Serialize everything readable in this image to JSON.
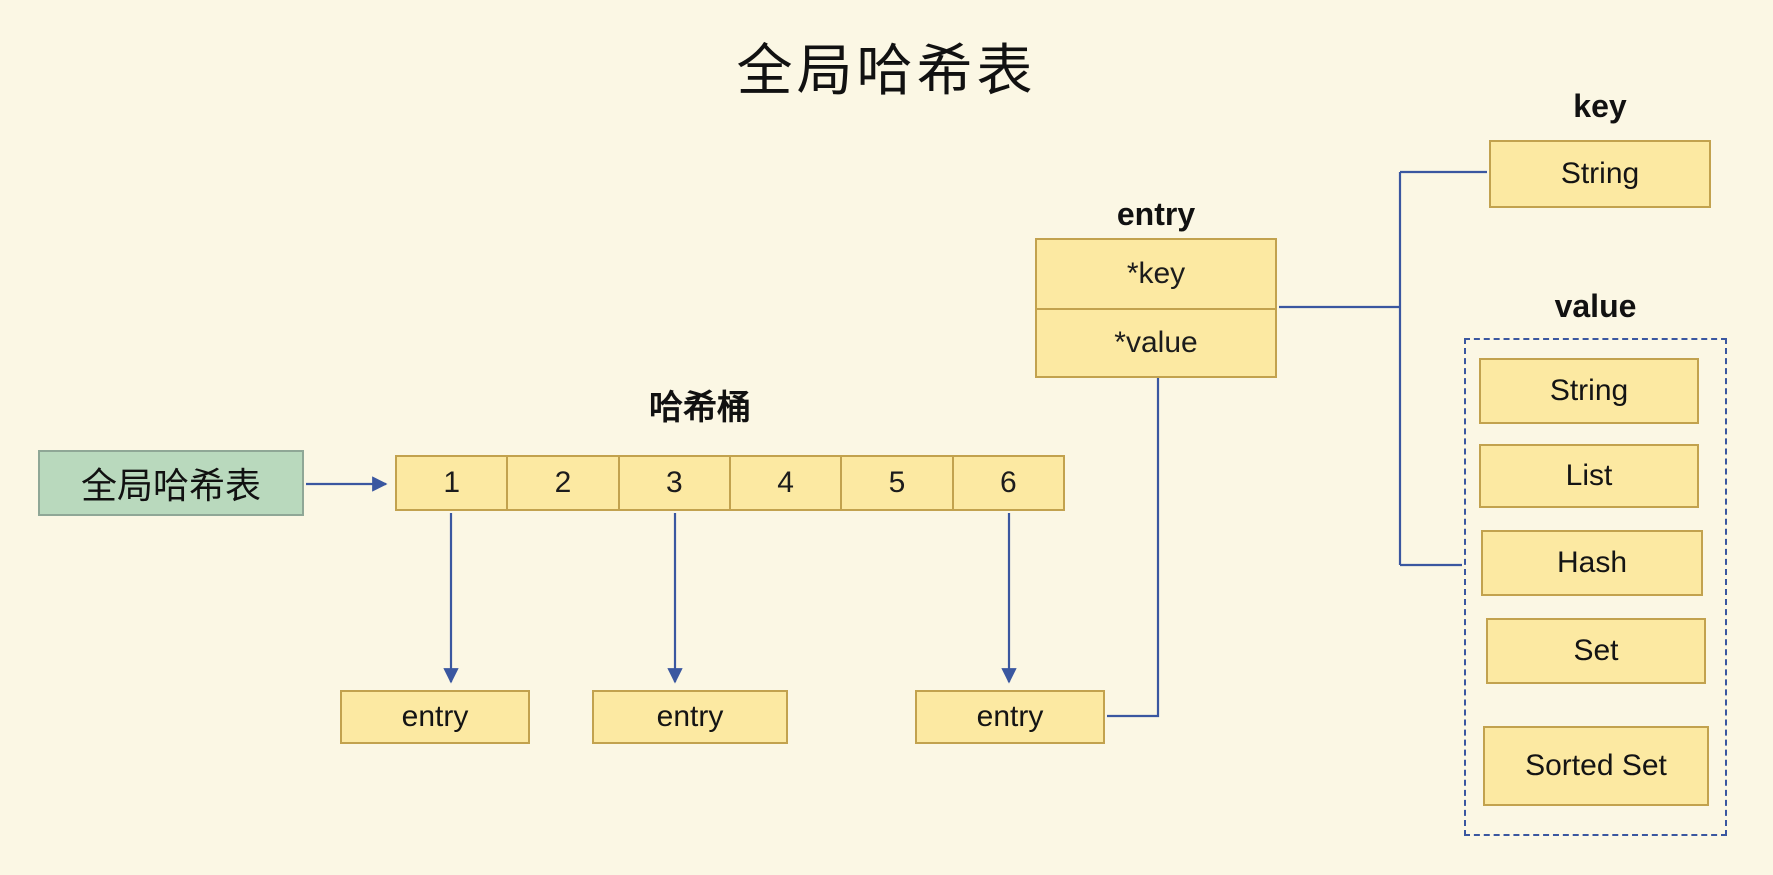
{
  "title": "全局哈希表",
  "global_table": {
    "label": "全局哈希表"
  },
  "bucket": {
    "label": "哈希桶",
    "cells": [
      "1",
      "2",
      "3",
      "4",
      "5",
      "6"
    ]
  },
  "entries": {
    "items": [
      "entry",
      "entry",
      "entry"
    ]
  },
  "entry_struct": {
    "label": "entry",
    "fields": [
      "*key",
      "*value"
    ]
  },
  "key_section": {
    "label": "key",
    "type": "String"
  },
  "value_section": {
    "label": "value",
    "types": [
      "String",
      "List",
      "Hash",
      "Set",
      "Sorted Set"
    ]
  },
  "colors": {
    "background": "#fbf7e4",
    "box_fill": "#fce9a2",
    "box_border": "#c2a24e",
    "green_fill": "#b9d9bd",
    "green_border": "#8fa796",
    "line": "#3a57a0"
  }
}
